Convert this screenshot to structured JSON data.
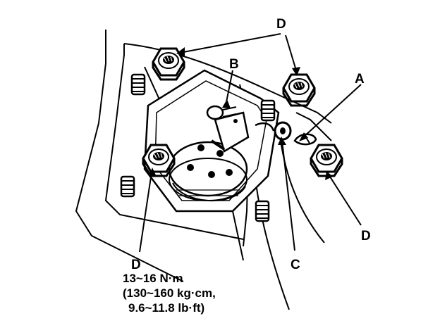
{
  "callouts": {
    "a": "A",
    "b": "B",
    "c": "C",
    "d_top": "D",
    "d_right": "D",
    "d_left": "D"
  },
  "torque_spec": {
    "line1": "13~16 N·m",
    "line2": "(130~160 kg·cm,",
    "line3": "9.6~11.8 lb·ft)"
  }
}
